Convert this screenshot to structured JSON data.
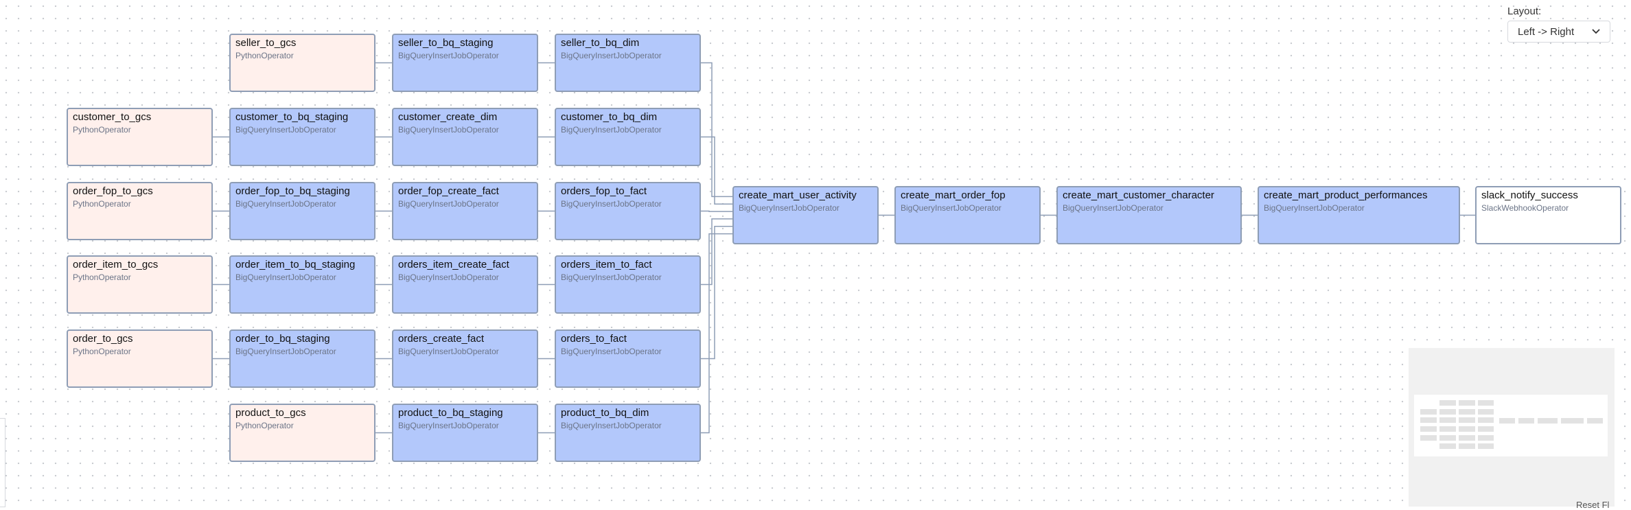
{
  "layout": {
    "label": "Layout:",
    "selected": "Left -> Right"
  },
  "corner_text": "Reset Fl",
  "colors": {
    "python": "#fff0ec",
    "bigquery": "#b3c8fb",
    "slack": "#ffffff",
    "edge": "#8e9db5"
  },
  "nodes": [
    {
      "id": "seller_to_gcs",
      "operator": "PythonOperator",
      "kind": "python"
    },
    {
      "id": "seller_to_bq_staging",
      "operator": "BigQueryInsertJobOperator",
      "kind": "bq"
    },
    {
      "id": "seller_to_bq_dim",
      "operator": "BigQueryInsertJobOperator",
      "kind": "bq"
    },
    {
      "id": "customer_to_gcs",
      "operator": "PythonOperator",
      "kind": "python"
    },
    {
      "id": "customer_to_bq_staging",
      "operator": "BigQueryInsertJobOperator",
      "kind": "bq"
    },
    {
      "id": "customer_create_dim",
      "operator": "BigQueryInsertJobOperator",
      "kind": "bq"
    },
    {
      "id": "customer_to_bq_dim",
      "operator": "BigQueryInsertJobOperator",
      "kind": "bq"
    },
    {
      "id": "order_fop_to_gcs",
      "operator": "PythonOperator",
      "kind": "python"
    },
    {
      "id": "order_fop_to_bq_staging",
      "operator": "BigQueryInsertJobOperator",
      "kind": "bq"
    },
    {
      "id": "order_fop_create_fact",
      "operator": "BigQueryInsertJobOperator",
      "kind": "bq"
    },
    {
      "id": "orders_fop_to_fact",
      "operator": "BigQueryInsertJobOperator",
      "kind": "bq"
    },
    {
      "id": "order_item_to_gcs",
      "operator": "PythonOperator",
      "kind": "python"
    },
    {
      "id": "order_item_to_bq_staging",
      "operator": "BigQueryInsertJobOperator",
      "kind": "bq"
    },
    {
      "id": "orders_item_create_fact",
      "operator": "BigQueryInsertJobOperator",
      "kind": "bq"
    },
    {
      "id": "orders_item_to_fact",
      "operator": "BigQueryInsertJobOperator",
      "kind": "bq"
    },
    {
      "id": "order_to_gcs",
      "operator": "PythonOperator",
      "kind": "python"
    },
    {
      "id": "order_to_bq_staging",
      "operator": "BigQueryInsertJobOperator",
      "kind": "bq"
    },
    {
      "id": "orders_create_fact",
      "operator": "BigQueryInsertJobOperator",
      "kind": "bq"
    },
    {
      "id": "orders_to_fact",
      "operator": "BigQueryInsertJobOperator",
      "kind": "bq"
    },
    {
      "id": "product_to_gcs",
      "operator": "PythonOperator",
      "kind": "python"
    },
    {
      "id": "product_to_bq_staging",
      "operator": "BigQueryInsertJobOperator",
      "kind": "bq"
    },
    {
      "id": "product_to_bq_dim",
      "operator": "BigQueryInsertJobOperator",
      "kind": "bq"
    },
    {
      "id": "create_mart_user_activity",
      "operator": "BigQueryInsertJobOperator",
      "kind": "bq"
    },
    {
      "id": "create_mart_order_fop",
      "operator": "BigQueryInsertJobOperator",
      "kind": "bq"
    },
    {
      "id": "create_mart_customer_character",
      "operator": "BigQueryInsertJobOperator",
      "kind": "bq"
    },
    {
      "id": "create_mart_product_performances",
      "operator": "BigQueryInsertJobOperator",
      "kind": "bq"
    },
    {
      "id": "slack_notify_success",
      "operator": "SlackWebhookOperator",
      "kind": "slack"
    }
  ],
  "edges": [
    [
      "seller_to_gcs",
      "seller_to_bq_staging"
    ],
    [
      "seller_to_bq_staging",
      "seller_to_bq_dim"
    ],
    [
      "customer_to_gcs",
      "customer_to_bq_staging"
    ],
    [
      "customer_to_bq_staging",
      "customer_create_dim"
    ],
    [
      "customer_create_dim",
      "customer_to_bq_dim"
    ],
    [
      "order_fop_to_gcs",
      "order_fop_to_bq_staging"
    ],
    [
      "order_fop_to_bq_staging",
      "order_fop_create_fact"
    ],
    [
      "order_fop_create_fact",
      "orders_fop_to_fact"
    ],
    [
      "order_item_to_gcs",
      "order_item_to_bq_staging"
    ],
    [
      "order_item_to_bq_staging",
      "orders_item_create_fact"
    ],
    [
      "orders_item_create_fact",
      "orders_item_to_fact"
    ],
    [
      "order_to_gcs",
      "order_to_bq_staging"
    ],
    [
      "order_to_bq_staging",
      "orders_create_fact"
    ],
    [
      "orders_create_fact",
      "orders_to_fact"
    ],
    [
      "product_to_gcs",
      "product_to_bq_staging"
    ],
    [
      "product_to_bq_staging",
      "product_to_bq_dim"
    ],
    [
      "seller_to_bq_dim",
      "create_mart_user_activity"
    ],
    [
      "customer_to_bq_dim",
      "create_mart_user_activity"
    ],
    [
      "orders_fop_to_fact",
      "create_mart_user_activity"
    ],
    [
      "orders_item_to_fact",
      "create_mart_user_activity"
    ],
    [
      "orders_to_fact",
      "create_mart_user_activity"
    ],
    [
      "product_to_bq_dim",
      "create_mart_user_activity"
    ],
    [
      "create_mart_user_activity",
      "create_mart_order_fop"
    ],
    [
      "create_mart_order_fop",
      "create_mart_customer_character"
    ],
    [
      "create_mart_customer_character",
      "create_mart_product_performances"
    ],
    [
      "create_mart_product_performances",
      "slack_notify_success"
    ]
  ]
}
